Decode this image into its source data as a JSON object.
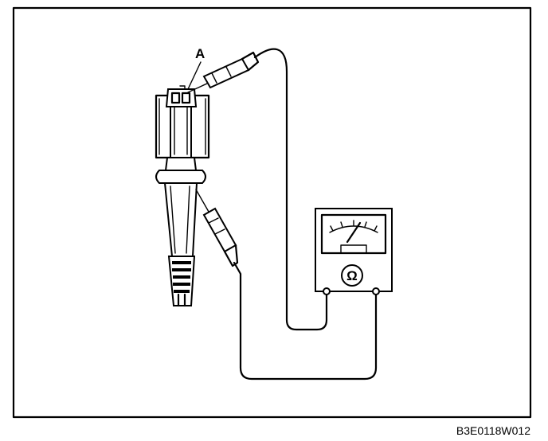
{
  "diagram": {
    "callout_label": "A",
    "meter_symbol": "Ω",
    "figure_code": "B3E0118W012"
  },
  "colors": {
    "ink": "#000000",
    "paper": "#ffffff"
  },
  "icons": {
    "meter": "ohmmeter-icon",
    "coil": "ignition-coil-icon",
    "probe": "test-probe-icon"
  }
}
